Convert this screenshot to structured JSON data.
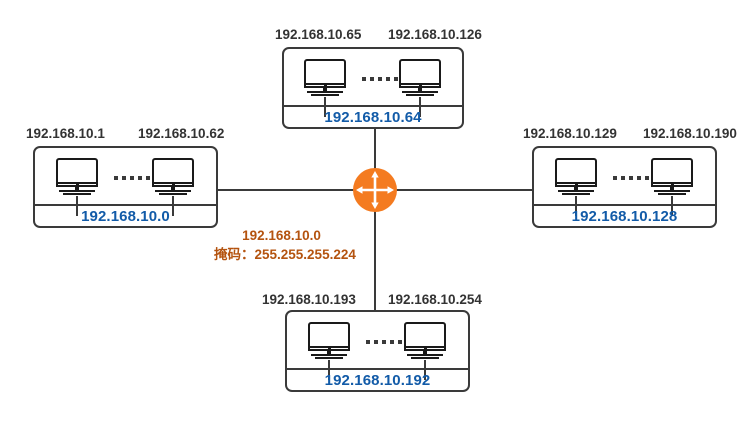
{
  "diagram": {
    "title": "IP subnetting diagram",
    "colors": {
      "network_address": "#125ba8",
      "host_label": "#333333",
      "annotation": "#b4530f",
      "router": "#f47b20",
      "line": "#3a3a3a"
    },
    "router": {
      "icon": "router-cross-arrows-icon"
    },
    "annotation": {
      "line1": "192.168.10.0",
      "line2": "掩码：255.255.255.224"
    },
    "subnets": [
      {
        "id": "top",
        "network": "192.168.10.64",
        "first_host": "192.168.10.65",
        "last_host": "192.168.10.126",
        "ellipsis": "•••••"
      },
      {
        "id": "left",
        "network": "192.168.10.0",
        "first_host": "192.168.10.1",
        "last_host": "192.168.10.62",
        "ellipsis": "•••••"
      },
      {
        "id": "right",
        "network": "192.168.10.128",
        "first_host": "192.168.10.129",
        "last_host": "192.168.10.190",
        "ellipsis": "•••••"
      },
      {
        "id": "bottom",
        "network": "192.168.10.192",
        "first_host": "192.168.10.193",
        "last_host": "192.168.10.254",
        "ellipsis": "•••••"
      }
    ]
  }
}
